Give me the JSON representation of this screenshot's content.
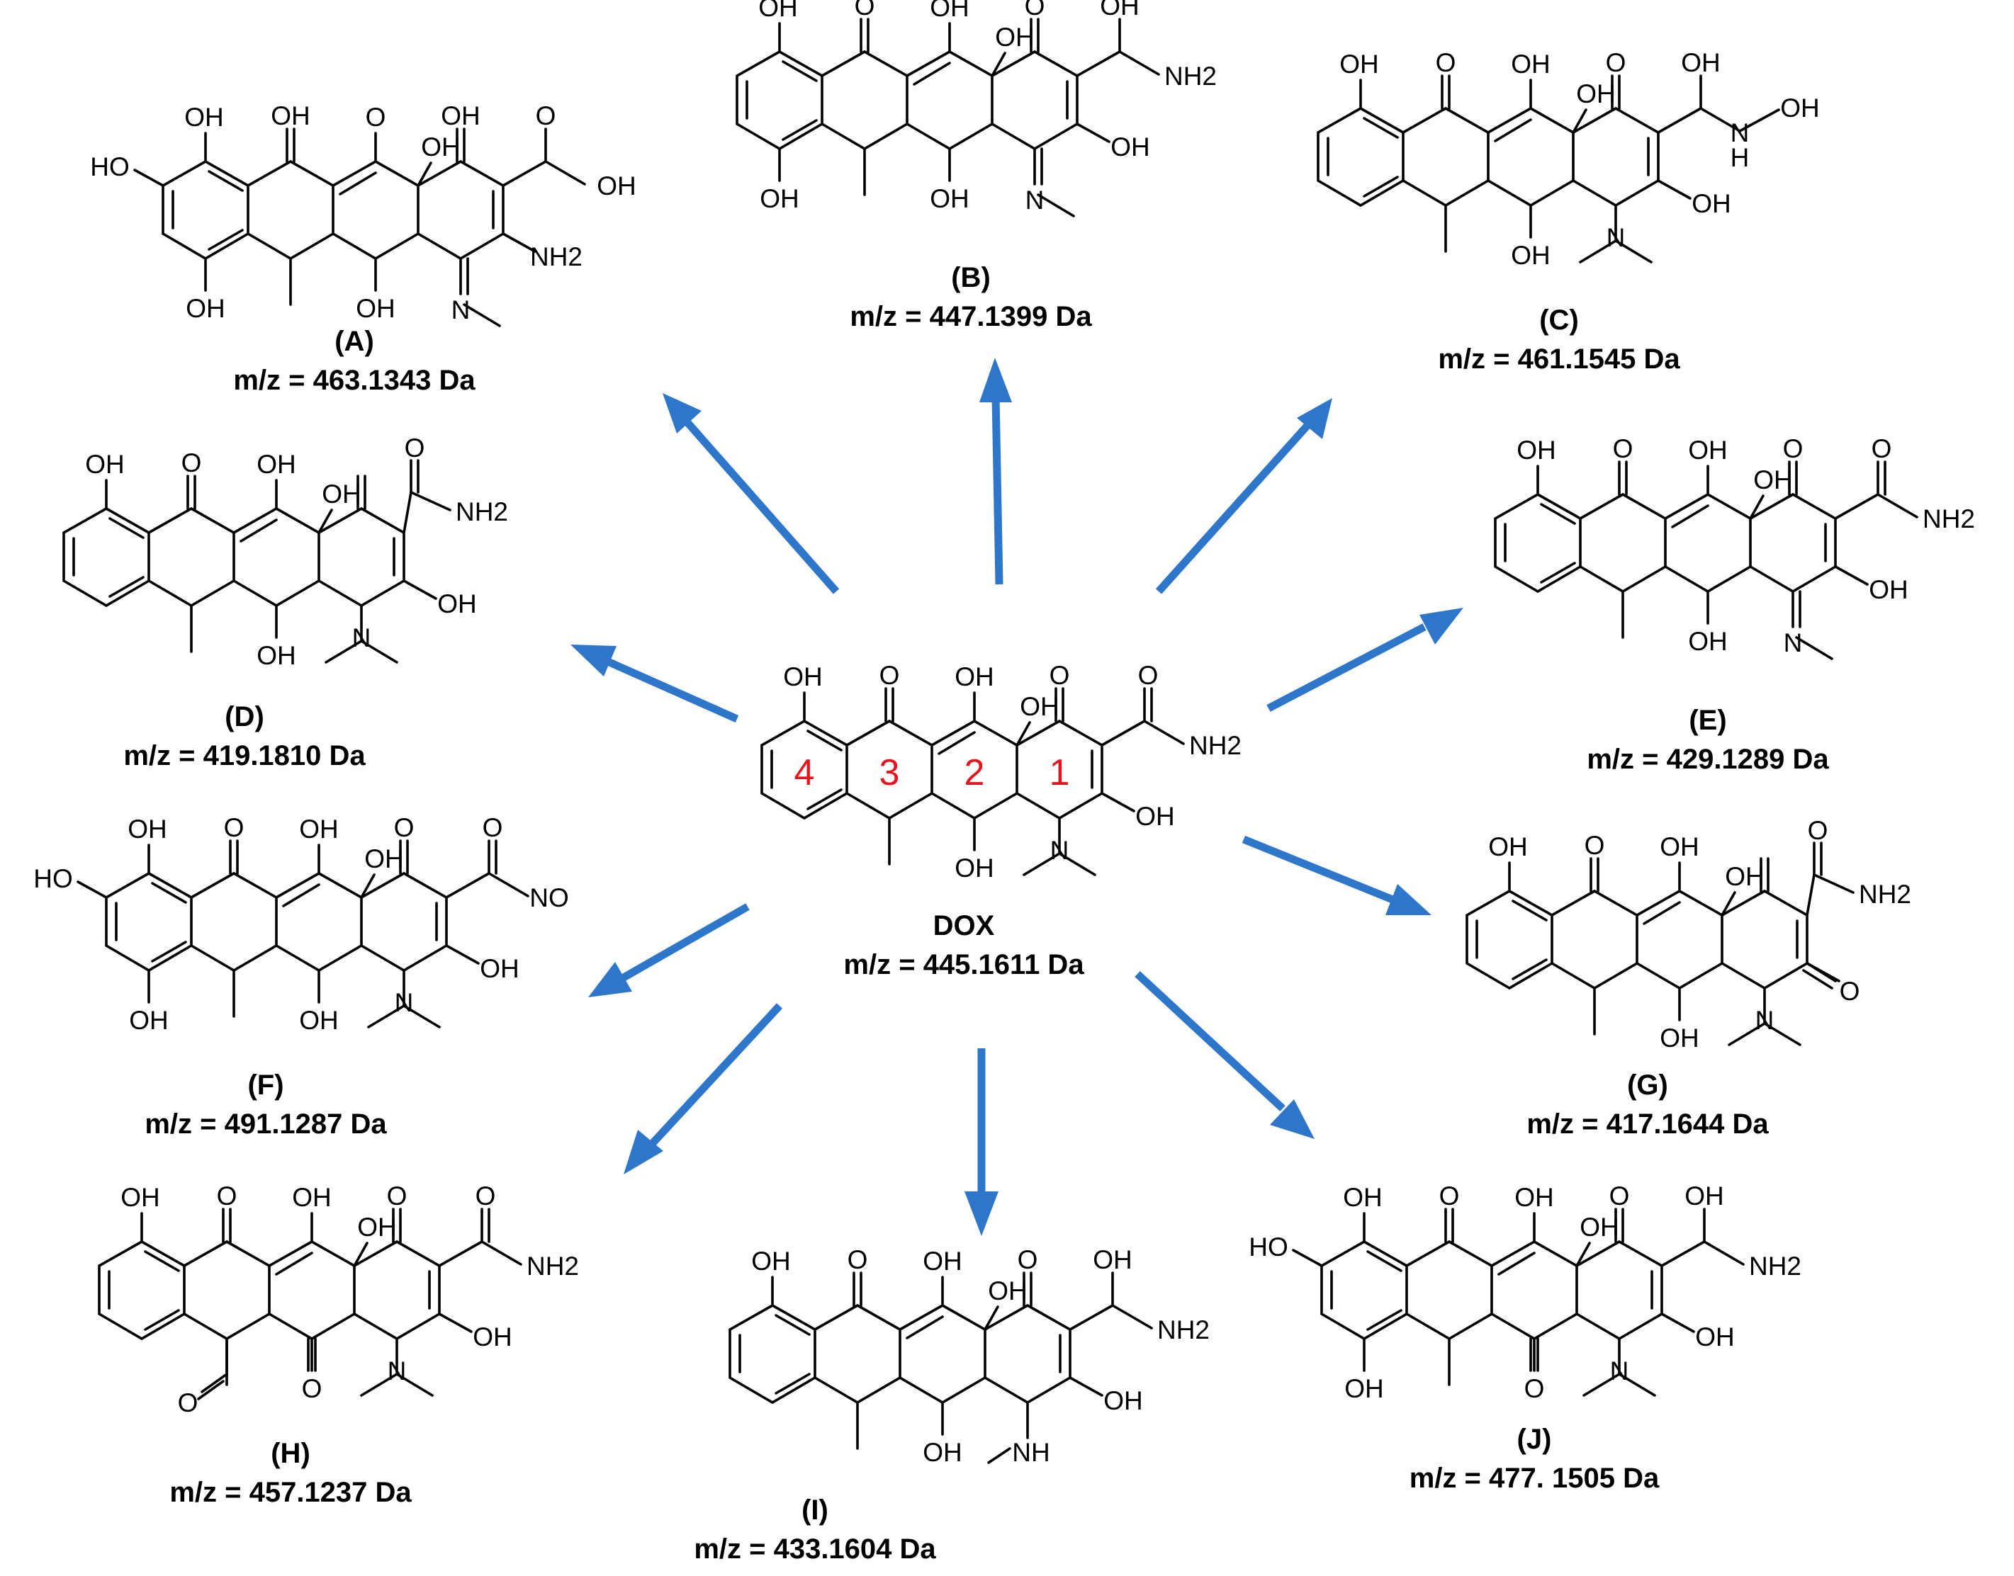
{
  "accent_color": "#2e76c9",
  "ring_number_color": "#e8141b",
  "center": {
    "name": "DOX",
    "mz": "m/z = 445.1611 Da",
    "ring_labels": [
      "4",
      "3",
      "2",
      "1"
    ],
    "atoms": [
      "OH",
      "O",
      "OH",
      "OH",
      "O",
      "O",
      "NH2",
      "OH",
      "OH",
      "N"
    ]
  },
  "products": [
    {
      "id": "A",
      "label": "(A)",
      "mz": "m/z = 463.1343 Da",
      "variant": "iminol_hydroxy_aromatic",
      "atoms": [
        "HO",
        "OH",
        "OH",
        "O",
        "OH",
        "OH",
        "O",
        "OH",
        "NH2",
        "OH",
        "OH",
        "N"
      ]
    },
    {
      "id": "B",
      "label": "(B)",
      "mz": "m/z = 447.1399 Da",
      "variant": "iminol",
      "atoms": [
        "OH",
        "O",
        "OH",
        "OH",
        "O",
        "OH",
        "NH2",
        "OH",
        "OH",
        "OH",
        "N"
      ]
    },
    {
      "id": "C",
      "label": "(C)",
      "mz": "m/z = 461.1545 Da",
      "variant": "hydroxylamine",
      "atoms": [
        "OH",
        "O",
        "OH",
        "OH",
        "O",
        "OH",
        "OH",
        "N",
        "H",
        "OH",
        "OH",
        "N"
      ]
    },
    {
      "id": "D",
      "label": "(D)",
      "mz": "m/z = 419.1810 Da",
      "variant": "five_ring",
      "atoms": [
        "OH",
        "O",
        "OH",
        "OH",
        "O",
        "NH2",
        "OH",
        "OH",
        "N"
      ]
    },
    {
      "id": "E",
      "label": "(E)",
      "mz": "m/z = 429.1289 Da",
      "variant": "imine_amide",
      "atoms": [
        "OH",
        "O",
        "OH",
        "OH",
        "O",
        "O",
        "NH2",
        "OH",
        "OH",
        "N"
      ]
    },
    {
      "id": "F",
      "label": "(F)",
      "mz": "m/z = 491.1287 Da",
      "variant": "nitroso",
      "atoms": [
        "HO",
        "OH",
        "O",
        "OH",
        "OH",
        "O",
        "O",
        "NO",
        "OH",
        "OH",
        "OH",
        "N"
      ]
    },
    {
      "id": "G",
      "label": "(G)",
      "mz": "m/z = 417.1644 Da",
      "variant": "five_ring_keto",
      "atoms": [
        "OH",
        "O",
        "OH",
        "OH",
        "O",
        "NH2",
        "O",
        "OH",
        "N"
      ]
    },
    {
      "id": "H",
      "label": "(H)",
      "mz": "m/z = 457.1237 Da",
      "variant": "aldehyde_keto",
      "atoms": [
        "OH",
        "O",
        "OH",
        "OH",
        "O",
        "O",
        "NH2",
        "OH",
        "O",
        "O",
        "N"
      ]
    },
    {
      "id": "I",
      "label": "(I)",
      "mz": "m/z = 433.1604 Da",
      "variant": "demethyl",
      "atoms": [
        "OH",
        "O",
        "OH",
        "OH",
        "O",
        "OH",
        "NH2",
        "OH",
        "OH",
        "NH"
      ]
    },
    {
      "id": "J",
      "label": "(J)",
      "mz": "m/z = 477. 1505 Da",
      "variant": "keto_hydroxy_aromatic",
      "atoms": [
        "HO",
        "OH",
        "O",
        "OH",
        "OH",
        "O",
        "OH",
        "NH2",
        "OH",
        "OH",
        "O",
        "N"
      ]
    }
  ]
}
